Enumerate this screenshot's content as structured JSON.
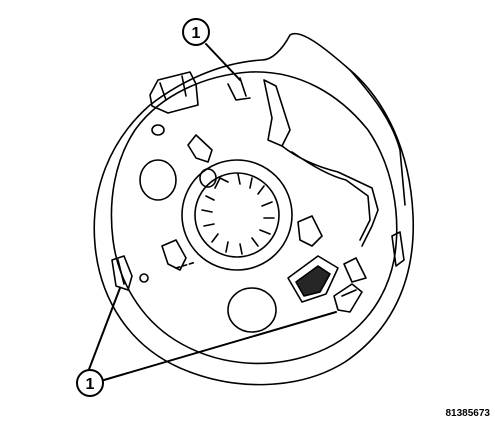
{
  "callouts": [
    {
      "id": "top",
      "label": "1"
    },
    {
      "id": "bottom",
      "label": "1"
    }
  ],
  "figure_id": "81385673"
}
